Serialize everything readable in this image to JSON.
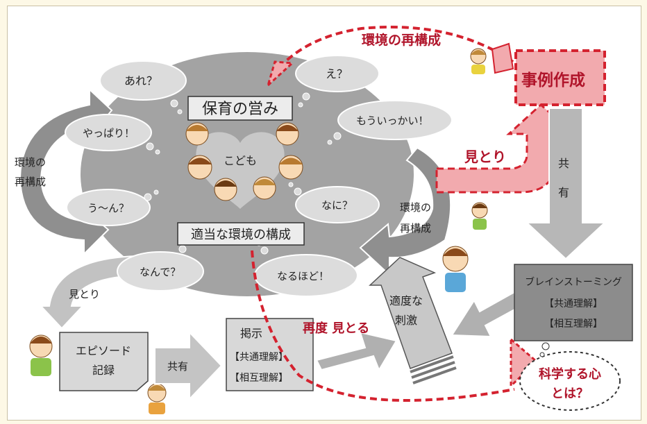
{
  "loop_top": "環境の再構成",
  "case_box": "事例作成",
  "mitori_right": "見とり",
  "kyouyuu_right": "共有",
  "ellipse_title": "保育の営み",
  "kodomo": "こども",
  "ellipse_bottom": "適当な環境の構成",
  "bubbles": {
    "are": "あれ？",
    "e": "え？",
    "yappari": "やっぱり！",
    "mouiikai": "もういっかい！",
    "uun": "う〜ん？",
    "nani": "なに？",
    "nande": "なんで？",
    "naruhodo": "なるほど！"
  },
  "left_loop_label_1": "環境の",
  "left_loop_label_2": "再構成",
  "right_loop_label_1": "環境の",
  "right_loop_label_2": "再構成",
  "mitori_left": "見とり",
  "episode_1": "エピソード",
  "episode_2": "記録",
  "kyouyuu_bottom": "共有",
  "keiji": {
    "title": "掲示",
    "line1": "【共通理解】",
    "line2": "【相互理解】"
  },
  "stimulus_1": "適度な",
  "stimulus_2": "刺激",
  "saido_mitoru": "再度 見とる",
  "brainstorm": {
    "title": "ブレインストーミング",
    "line1": "【共通理解】",
    "line2": "【相互理解】"
  },
  "science_1": "科学する心",
  "science_2": "とは？",
  "colors": {
    "red_accent": "#d4222f",
    "pink_arrow": "#f2aaae",
    "ellipse_gray": "#a3a3a3",
    "box_gray": "#d8d8d8",
    "dark_box": "#8c8c8c"
  }
}
